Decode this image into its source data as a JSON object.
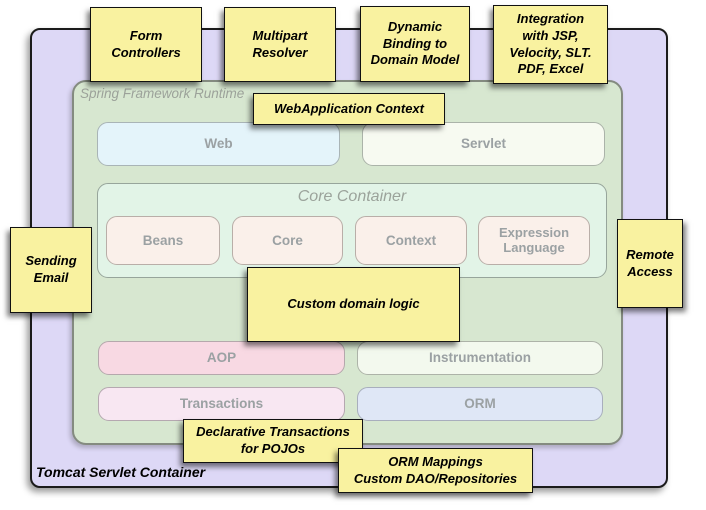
{
  "labels": {
    "outer_container": "Tomcat Servlet Container",
    "runtime": "Spring Framework Runtime",
    "core_title": "Core Container"
  },
  "modules": {
    "web": "Web",
    "servlet": "Servlet",
    "beans": "Beans",
    "core": "Core",
    "context": "Context",
    "expression": "Expression Language",
    "aop": "AOP",
    "instrumentation": "Instrumentation",
    "transactions": "Transactions",
    "orm": "ORM"
  },
  "notes": [
    {
      "id": "form-controllers",
      "text": "Form\nControllers"
    },
    {
      "id": "multipart-resolver",
      "text": "Multipart\nResolver"
    },
    {
      "id": "dynamic-binding",
      "text": "Dynamic\nBinding to\nDomain Model"
    },
    {
      "id": "integration-views",
      "text": "Integration\nwith JSP,\nVelocity, SLT.\nPDF, Excel"
    },
    {
      "id": "webapplication-context",
      "text": "WebApplication Context"
    },
    {
      "id": "sending-email",
      "text": "Sending\nEmail"
    },
    {
      "id": "remote-access",
      "text": "Remote\nAccess"
    },
    {
      "id": "custom-domain-logic",
      "text": "Custom domain logic"
    },
    {
      "id": "declarative-transactions",
      "text": "Declarative Transactions\nfor POJOs"
    },
    {
      "id": "orm-mappings",
      "text": "ORM Mappings\nCustom DAO/Repositories"
    }
  ],
  "colors": {
    "note_yellow": "#F9F2A0",
    "outer_purple": "#DDD8F6",
    "runtime_green": "#D7E7D0",
    "core_mint": "#E2F4E7",
    "web_cyan": "#E4F4FA",
    "servlet_white_green": "#F7FAF1",
    "beans_pink": "#FAF0EA",
    "aop_pink": "#F8D9E3",
    "instrumentation_white_green": "#F3F9EE",
    "transactions_pink": "#F8E7F2",
    "orm_blue": "#DFE7F6",
    "muted_text_gray": "#9BA1A3"
  }
}
